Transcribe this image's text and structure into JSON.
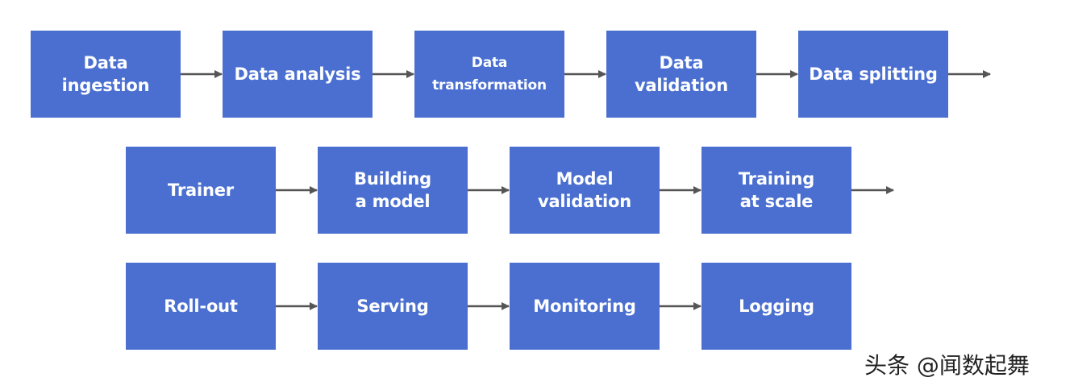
{
  "diagram": {
    "rows": [
      {
        "name": "row-1",
        "steps": [
          "Data\ningestion",
          "Data analysis",
          "Data\ntransformation",
          "Data\nvalidation",
          "Data splitting"
        ],
        "trailing_arrow": true
      },
      {
        "name": "row-2",
        "steps": [
          "Trainer",
          "Building\na model",
          "Model\nvalidation",
          "Training\nat scale"
        ],
        "trailing_arrow": true
      },
      {
        "name": "row-3",
        "steps": [
          "Roll-out",
          "Serving",
          "Monitoring",
          "Logging"
        ],
        "trailing_arrow": false
      }
    ],
    "box_color": "#4a6fd0",
    "text_color": "#ffffff",
    "arrow_color": "#555555"
  },
  "watermark": {
    "text": "头条 @闻数起舞"
  }
}
